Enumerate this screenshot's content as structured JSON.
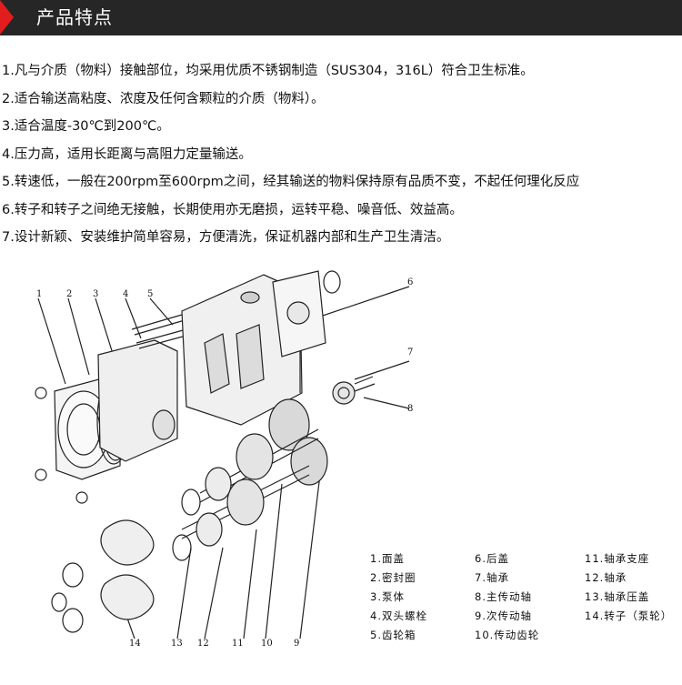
{
  "header": {
    "title": "产品特点"
  },
  "features": [
    "1.凡与介质（物料）接触部位，均采用优质不锈钢制造（SUS304，316L）符合卫生标准。",
    "2.适合输送高粘度、浓度及任何含颗粒的介质（物料）。",
    "3.适合温度-30℃到200℃。",
    "4.压力高，适用长距离与高阻力定量输送。",
    "5.转速低，一般在200rpm至600rpm之间，经其输送的物料保持原有品质不变，不起任何理化反应",
    "6.转子和转子之间绝无接触，长期使用亦无磨损，运转平稳、噪音低、效益高。",
    "7.设计新颖、安装维护简单容易，方便清洗，保证机器内部和生产卫生清洁。"
  ],
  "diagram": {
    "callouts": [
      "1",
      "2",
      "3",
      "4",
      "5",
      "6",
      "7",
      "8",
      "9",
      "10",
      "11",
      "12",
      "13",
      "14"
    ]
  },
  "legend": {
    "items": [
      "1.面盖",
      "6.后盖",
      "11.轴承支座",
      "2.密封圈",
      "7.轴承",
      "12.轴承",
      "3.泵体",
      "8.主传动轴",
      "13.轴承压盖",
      "4.双头螺栓",
      "9.次传动轴",
      "14.转子（泵轮）",
      "5.齿轮箱",
      "10.传动齿轮"
    ]
  }
}
